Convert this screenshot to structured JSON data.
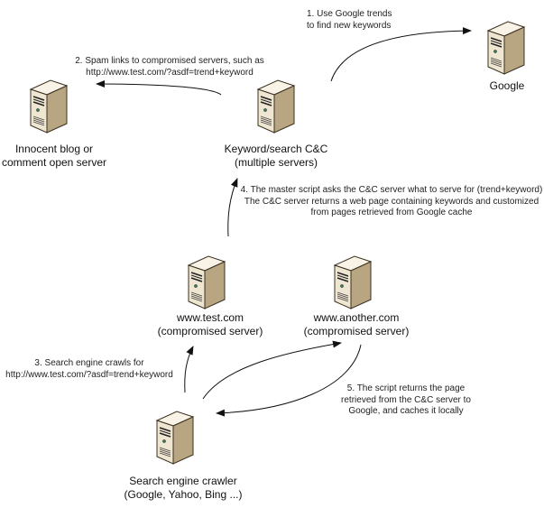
{
  "nodes": {
    "google": {
      "name": "Google"
    },
    "innocent": {
      "line1": "Innocent blog or",
      "line2": "comment open server"
    },
    "cnc": {
      "line1": "Keyword/search C&C",
      "line2": "(multiple servers)"
    },
    "test": {
      "line1": "www.test.com",
      "line2": "(compromised server)"
    },
    "another": {
      "line1": "www.another.com",
      "line2": "(compromised server)"
    },
    "crawler": {
      "line1": "Search engine crawler",
      "line2": "(Google, Yahoo, Bing ...)"
    }
  },
  "steps": {
    "s1": {
      "line1": "1. Use Google trends",
      "line2": "to find new keywords"
    },
    "s2": {
      "line1": "2. Spam links to compromised servers, such as",
      "line2": "http://www.test.com/?asdf=trend+keyword"
    },
    "s3": {
      "line1": "3. Search engine crawls for",
      "line2": "http://www.test.com/?asdf=trend+keyword"
    },
    "s4": {
      "line1": "4. The master script asks the C&C server what to serve for (trend+keyword)",
      "line2": "The C&C server returns a web page containing keywords and customized",
      "line3": "from pages retrieved from Google cache"
    },
    "s5": {
      "line1": "5. The script returns the page",
      "line2": "retrieved from the C&C server to",
      "line3": "Google, and caches it locally"
    }
  },
  "colors": {
    "server_front": "#efe6d2",
    "server_side": "#b8a683",
    "server_top": "#f8f3e6",
    "outline": "#3a3020",
    "arrow": "#111111"
  }
}
